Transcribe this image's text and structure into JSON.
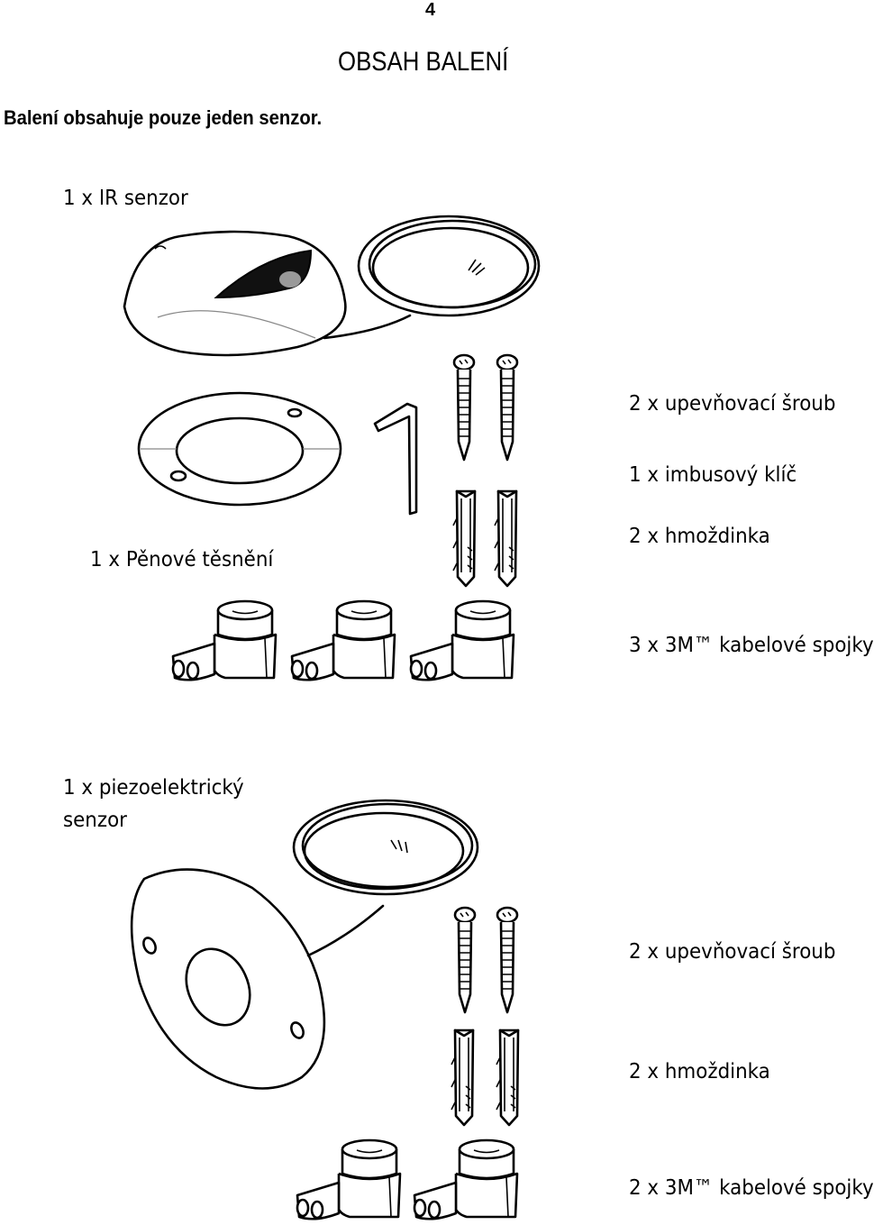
{
  "page_number": "4",
  "title": "OBSAH BALENÍ",
  "intro": "Balení obsahuje pouze jeden senzor.",
  "set_ir": {
    "sensor": "1 x IR senzor",
    "screws": "2 x upevňovací šroub",
    "hex_key": "1 x imbusový klíč",
    "foam_gasket": "1 x Pěnové těsnění",
    "dowels": "2 x hmoždinka",
    "connectors": "3 x 3M™ kabelové spojky"
  },
  "set_piezo": {
    "sensor_line1": "1 x piezoelektrický",
    "sensor_line2": "senzor",
    "screws": "2 x upevňovací šroub",
    "dowels": "2 x hmoždinka",
    "connectors": "2 x 3M™ kabelové spojky"
  },
  "icons": [
    "ir-sensor",
    "cable-coil",
    "screw",
    "hex-key",
    "foam-gasket",
    "wall-dowel",
    "cable-connector",
    "piezo-sensor"
  ]
}
